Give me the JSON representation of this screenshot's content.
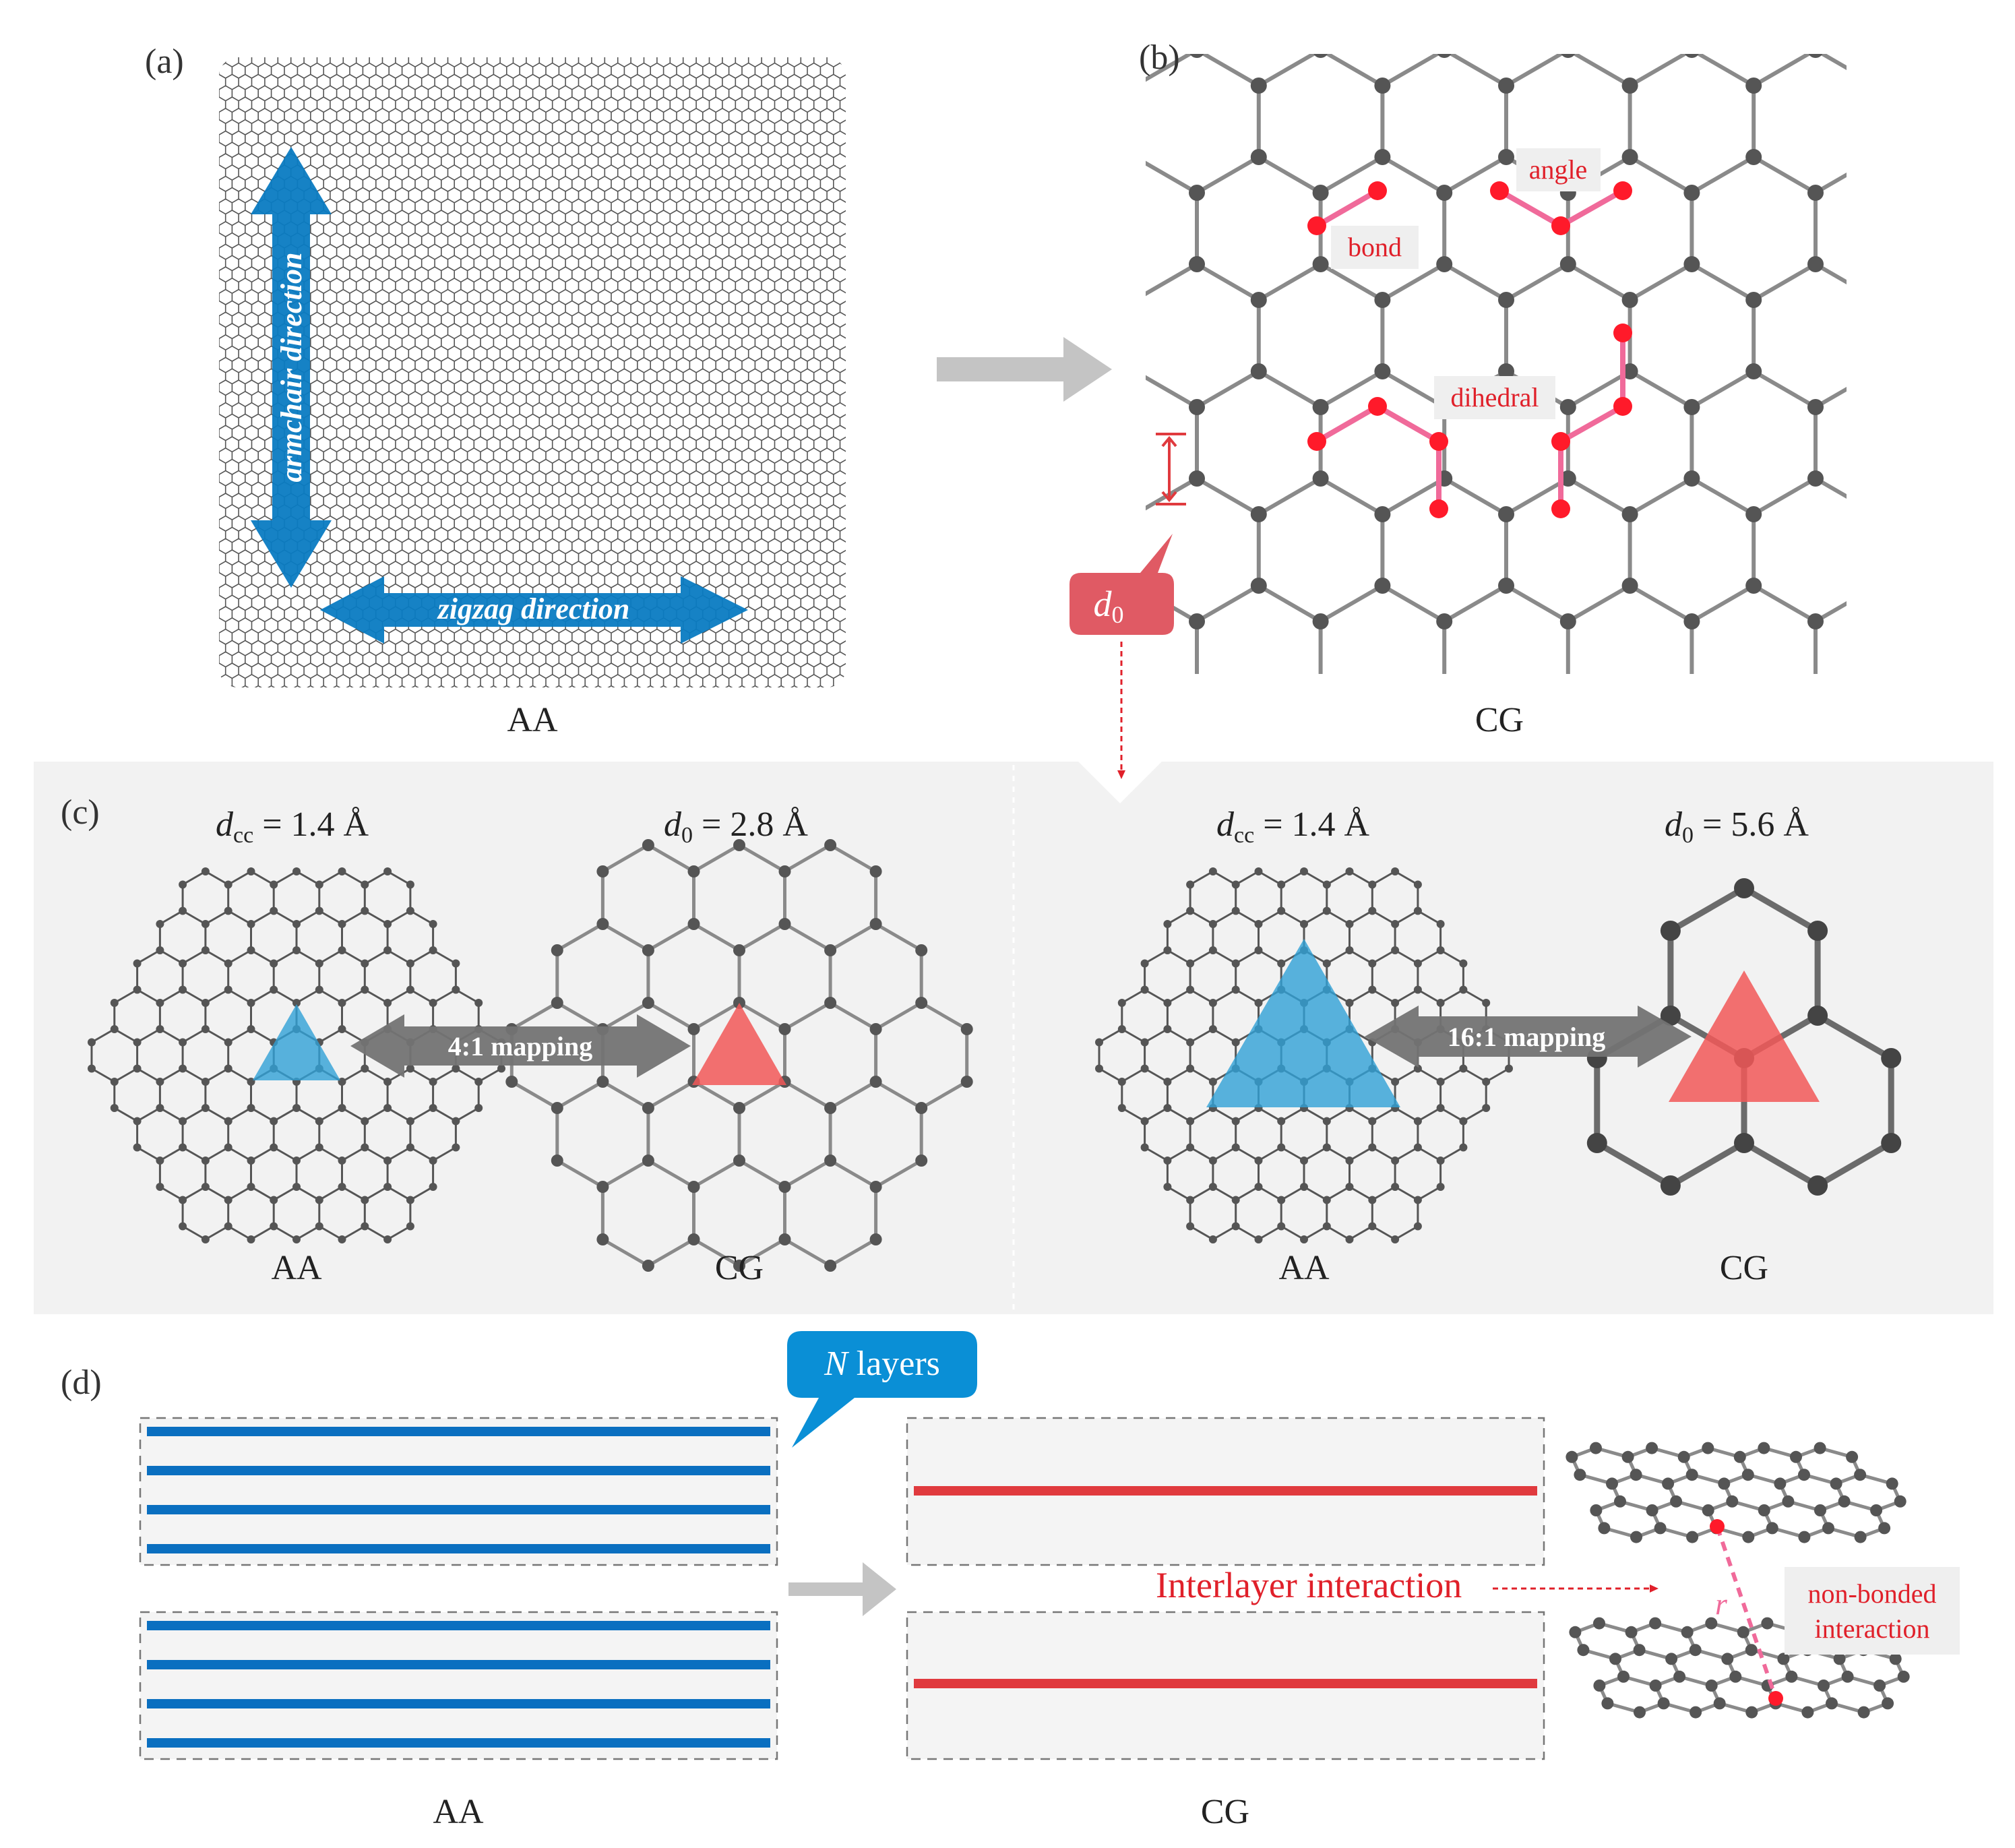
{
  "colors": {
    "lattice": "#8a8a8a",
    "atom": "#555555",
    "aa_fine": "#555555",
    "highlight": "#f06a9a",
    "highlight_atom": "#ff1a2a",
    "blue": "#0a7bc2",
    "blue_tri": "#2fa0d6",
    "red_tri": "#f25858",
    "red_line": "#e03a3e",
    "red_text": "#e0202a",
    "panel_bg": "#f2f2f2",
    "arrow_gray": "#c4c4c4",
    "map_arrow": "#737373"
  },
  "panel_a": {
    "label": "(a)",
    "caption": "AA",
    "armchair": "armchair direction",
    "zigzag": "zigzag direction"
  },
  "panel_b": {
    "label": "(b)",
    "caption": "CG",
    "bond": "bond",
    "angle": "angle",
    "dihedral": "dihedral",
    "d0_symbol": "d",
    "d0_sub": "0"
  },
  "panel_c": {
    "label": "(c)",
    "left": {
      "dcc_sym": "d",
      "dcc_sub": "cc",
      "dcc_val": " = 1.4 Å",
      "d0_sym": "d",
      "d0_sub": "0",
      "d0_val": " = 2.8 Å",
      "mapping": "4:1 mapping",
      "aa": "AA",
      "cg": "CG"
    },
    "right": {
      "dcc_sym": "d",
      "dcc_sub": "cc",
      "dcc_val": " = 1.4 Å",
      "d0_sym": "d",
      "d0_sub": "0",
      "d0_val": " = 5.6 Å",
      "mapping": "16:1 mapping",
      "aa": "AA",
      "cg": "CG"
    }
  },
  "panel_d": {
    "label": "(d)",
    "n_sym": "N",
    "n_text": " layers",
    "interlayer": "Interlayer interaction",
    "r": "r",
    "nonbonded_1": "non-bonded",
    "nonbonded_2": "interaction",
    "aa": "AA",
    "cg": "CG"
  }
}
